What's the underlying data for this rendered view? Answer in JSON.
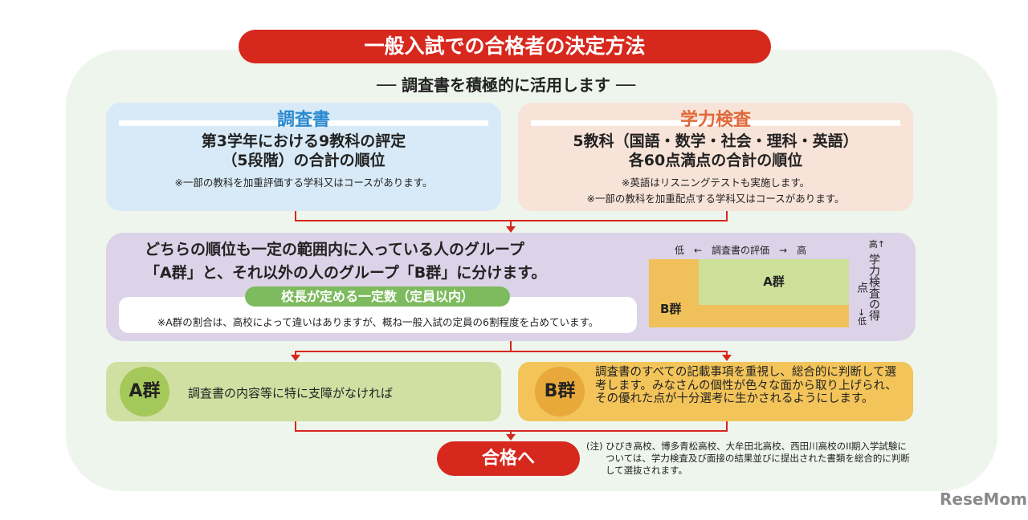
{
  "title": "一般入試での合格者の決定方法",
  "subtitle": "── 調査書を積極的に活用します ──",
  "left_box": {
    "title": "調査書",
    "main1": "第3学年における9教科の評定",
    "main2": "（5段階）の合計の順位",
    "note": "※一部の教科を加重評価する学科又はコースがあります。"
  },
  "right_box": {
    "title": "学力検査",
    "main1": "5教科（国語・数学・社会・理科・英語）",
    "main2": "各60点満点の合計の順位",
    "note1": "※英語はリスニングテストも実施します。",
    "note2": "※一部の教科を加重配点する学科又はコースがあります。"
  },
  "middle": {
    "line1": "どちらの順位も一定の範囲内に入っている人のグループ",
    "line2": "「A群」と、それ以外の人のグループ「B群」に分けます。",
    "pill": "校長が定める一定数（定員以内）",
    "note": "※A群の割合は、高校によって違いはありますが、概ね一般入試の定員の6割程度を占めています。"
  },
  "chart": {
    "x_axis": "低　←　調査書の評価　→　高",
    "y_axis_high": "高↑",
    "y_axis_label": "学力検査の得点",
    "y_axis_low": "↓低",
    "a_label": "A群",
    "b_label": "B群"
  },
  "group_a": {
    "badge": "A群",
    "text": "調査書の内容等に特に支障がなければ"
  },
  "group_b": {
    "badge": "B群",
    "text": "調査書のすべての記載事項を重視し、総合的に判断して選考します。みなさんの個性が色々な面から取り上げられ、その優れた点が十分選考に生かされるようにします。"
  },
  "pass": "合格へ",
  "footnote": "(注) ひびき高校、博多青松高校、大牟田北高校、西田川高校のII期入学試験については、学力検査及び面接の結果並びに提出された書類を総合的に判断して選抜されます。",
  "logo": "ReseMom",
  "colors": {
    "red": "#d7281e",
    "blue": "#2a8ad0",
    "orange": "#e0683a",
    "green": "#7dbb5e"
  }
}
